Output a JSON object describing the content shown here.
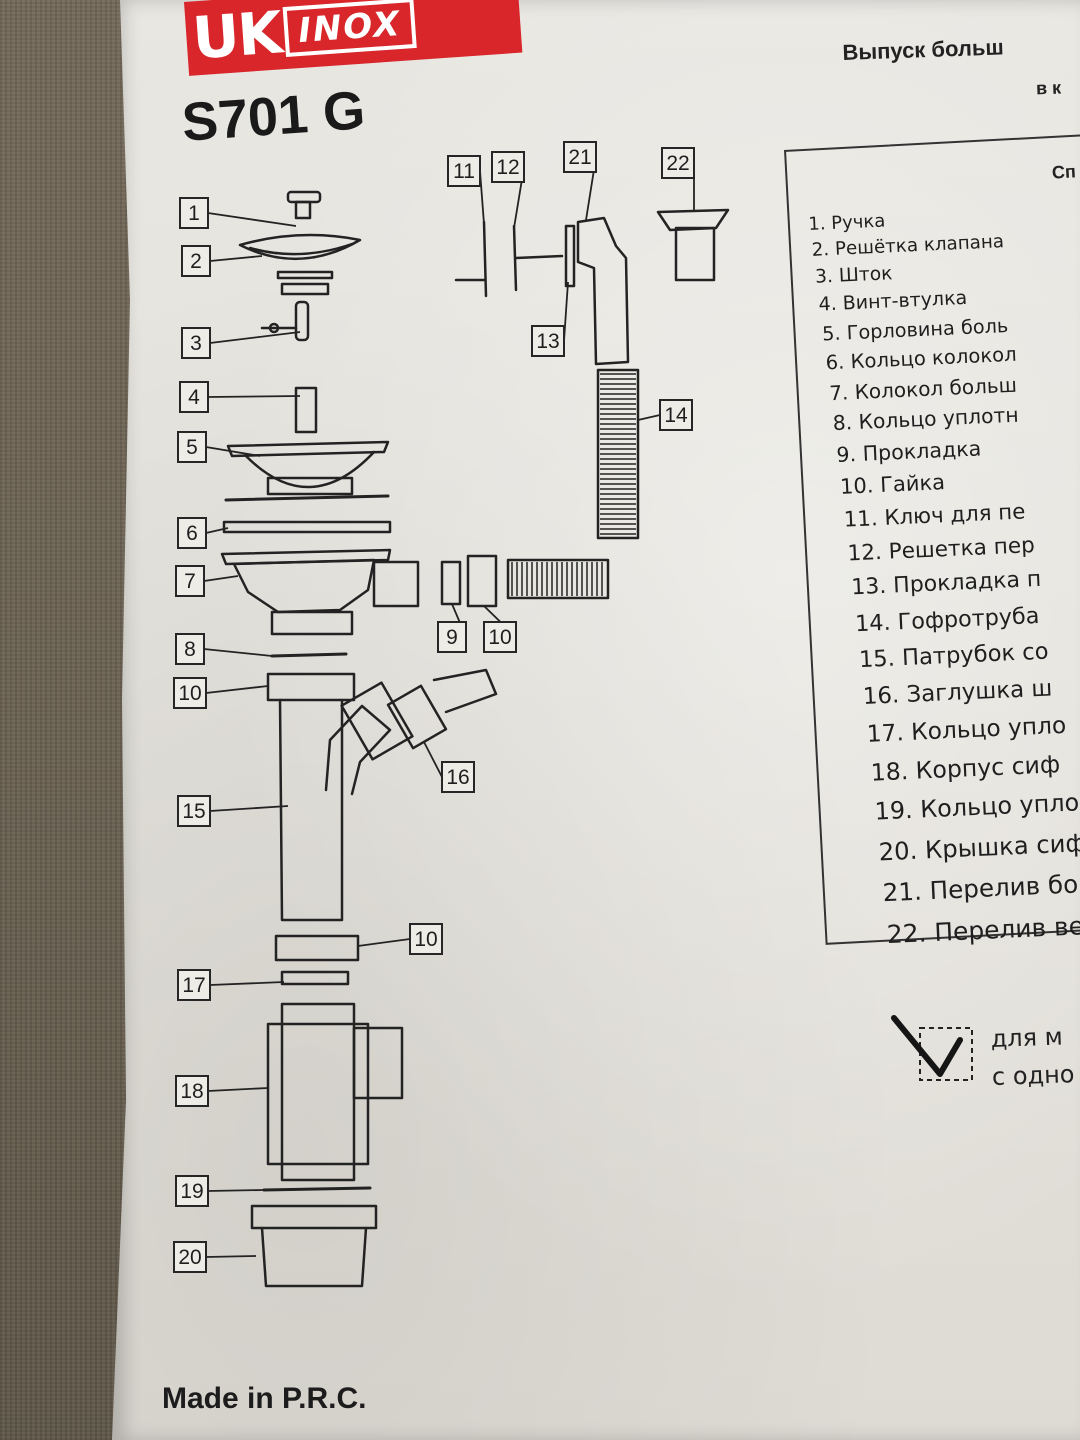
{
  "brand": {
    "uk": "UK",
    "inox": "INOX",
    "color": "#d8262b"
  },
  "model": "S701 G",
  "header": {
    "title": "Выпуск больш",
    "subtitle": "в к"
  },
  "spec": {
    "heading": "Сп",
    "items": [
      "1. Ручка",
      "2. Решётка клапана",
      "3. Шток",
      "4. Винт-втулка",
      "5. Горловина боль",
      "6. Кольцо колокол",
      "7. Колокол больш",
      "8. Кольцо уплотн",
      "9. Прокладка",
      "10. Гайка",
      "11. Ключ для пе",
      "12. Решетка пер",
      "13. Прокладка п",
      "14. Гофротруба",
      "15. Патрубок со",
      "16. Заглушка ш",
      "17. Кольцо упло",
      "18. Корпус сиф",
      "19. Кольцо упло",
      "20. Крышка сиф",
      "21. Перелив бо",
      "22. Перелив вер"
    ]
  },
  "callouts": [
    "1",
    "2",
    "3",
    "4",
    "5",
    "6",
    "7",
    "8",
    "10",
    "15",
    "17",
    "18",
    "19",
    "20",
    "11",
    "12",
    "21",
    "22",
    "13",
    "14",
    "9",
    "10",
    "16",
    "10"
  ],
  "check_note": {
    "line1": "для м",
    "line2": "с одно"
  },
  "footer": "Made in P.R.C.",
  "icons": {
    "check": "checkmark-icon"
  }
}
